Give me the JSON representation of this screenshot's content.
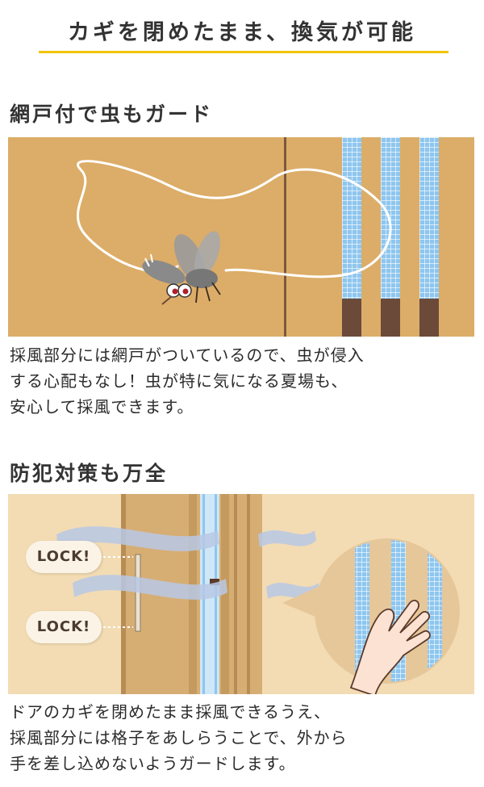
{
  "header": {
    "title": "カギを閉めたまま、換気が可能"
  },
  "sections": [
    {
      "heading": "網戸付で虫もガード",
      "body_lines": [
        "採風部分には網戸がついているので、虫が侵入",
        "する心配もなし！虫が特に気になる夏場も、",
        "安心して採風できます。"
      ]
    },
    {
      "heading": "防犯対策も万全",
      "lock_labels": [
        "LOCK!",
        "LOCK!"
      ],
      "body_lines": [
        "ドアのカギを閉めたまま採風できるうえ、",
        "採風部分には格子をあしらうことで、外から",
        "手を差し込めないようガードします。"
      ]
    }
  ],
  "colors": {
    "accent_underline": "#f2c400",
    "panel_bg_1": "#d9a862",
    "panel_bg_2": "#f3dcb3",
    "mesh_blue": "#8ec6ef"
  }
}
